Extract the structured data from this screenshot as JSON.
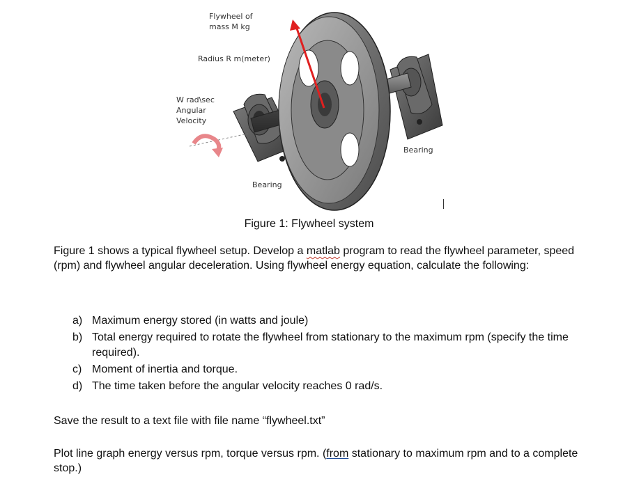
{
  "figure": {
    "labels": {
      "flywheel_mass": "Flywheel of\nmass M kg",
      "radius": "Radius R m(meter)",
      "angular_velocity": "W rad\\sec\nAngular\nVelocity",
      "bearing_left": "Bearing",
      "bearing_right": "Bearing"
    },
    "caption": "Figure 1: Flywheel system"
  },
  "body": {
    "intro_before": "Figure 1 shows a typical flywheel setup. Develop a ",
    "intro_misspelled": "matlab",
    "intro_after": " program to read the flywheel parameter, speed (rpm) and flywheel angular deceleration. Using flywheel energy equation, calculate the following:",
    "items": [
      {
        "marker": "a)",
        "text": "Maximum energy stored (in watts and joule)"
      },
      {
        "marker": "b)",
        "text": "Total energy required to rotate the flywheel from stationary to the maximum rpm (specify the time required)."
      },
      {
        "marker": "c)",
        "text": "Moment of inertia and torque."
      },
      {
        "marker": "d)",
        "text": "The time taken before the angular velocity reaches 0 rad/s."
      }
    ],
    "save_text": "Save the result to a text file with file name “flywheel.txt”",
    "plot_before": "Plot line graph energy versus rpm, torque versus rpm. (",
    "plot_link": "from",
    "plot_after": " stationary to maximum rpm and to a complete stop.)"
  }
}
